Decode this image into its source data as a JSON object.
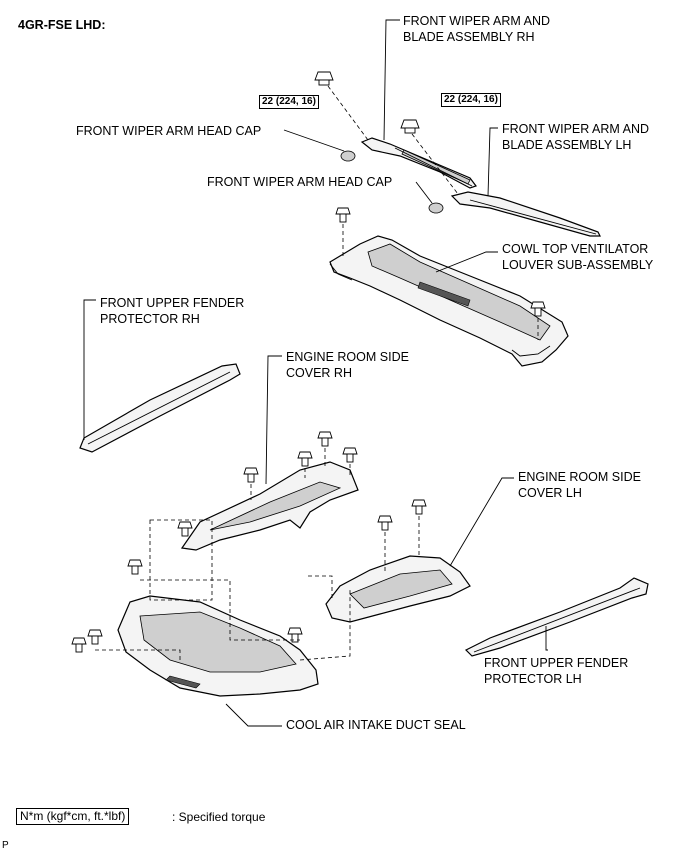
{
  "header": {
    "model": "4GR-FSE  LHD:"
  },
  "labels": {
    "wiper_rh": [
      "FRONT WIPER ARM AND",
      "BLADE ASSEMBLY RH"
    ],
    "wiper_lh": [
      "FRONT WIPER ARM AND",
      "BLADE ASSEMBLY LH"
    ],
    "head_cap_1": "FRONT WIPER ARM HEAD CAP",
    "head_cap_2": "FRONT WIPER ARM HEAD CAP",
    "cowl": [
      "COWL TOP VENTILATOR",
      "LOUVER SUB-ASSEMBLY"
    ],
    "fender_rh": [
      "FRONT UPPER FENDER",
      "PROTECTOR RH"
    ],
    "engine_side_rh": [
      "ENGINE ROOM SIDE",
      "COVER RH"
    ],
    "engine_side_lh": [
      "ENGINE ROOM SIDE",
      "COVER LH"
    ],
    "fender_lh": [
      "FRONT UPPER FENDER",
      "PROTECTOR LH"
    ],
    "intake_seal": "COOL AIR INTAKE DUCT SEAL"
  },
  "torque": {
    "rh": "22 (224, 16)",
    "lh": "22 (224, 16)"
  },
  "legend": {
    "unit": "N*m (kgf*cm, ft.*lbf)",
    "text": ": Specified torque"
  },
  "footer": {
    "mark": "P"
  }
}
